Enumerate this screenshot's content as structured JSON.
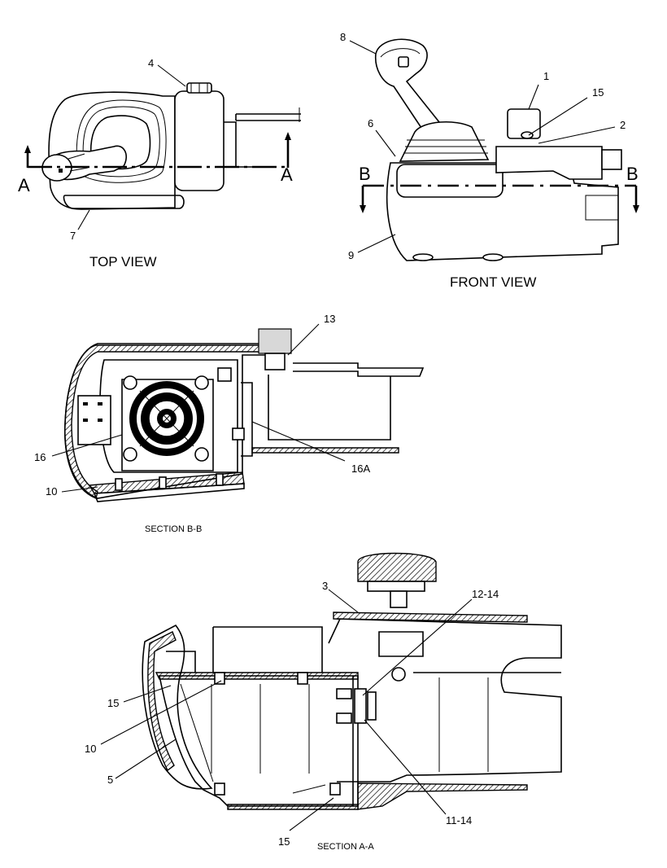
{
  "views": {
    "top": {
      "title": "TOP VIEW",
      "section_letter_left": "A",
      "section_letter_right": "A"
    },
    "front": {
      "title": "FRONT VIEW",
      "section_letter_left": "B",
      "section_letter_right": "B"
    },
    "section_bb": {
      "title": "SECTION B-B"
    },
    "section_aa": {
      "title": "SECTION A-A"
    }
  },
  "callouts": {
    "top": [
      "4",
      "7"
    ],
    "front": [
      "8",
      "1",
      "15",
      "6",
      "2",
      "9"
    ],
    "section_bb": [
      "13",
      "16",
      "16A",
      "10"
    ],
    "section_aa": [
      "3",
      "12-14",
      "15",
      "10",
      "5",
      "11-14",
      "15"
    ]
  }
}
